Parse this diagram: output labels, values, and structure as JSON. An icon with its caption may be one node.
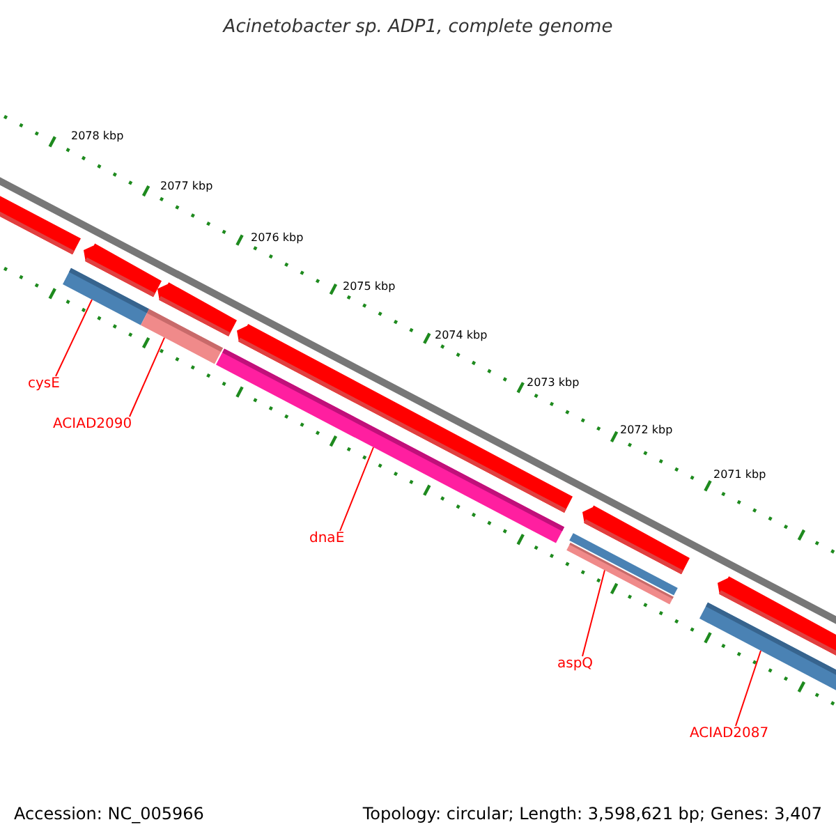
{
  "diagram": {
    "title": "Acinetobacter sp. ADP1, complete genome",
    "nodes": [
      {
        "text": [],
        "shape": "bar"
      },
      {
        "text": [],
        "shape": "bar"
      },
      {
        "text": [],
        "shape": "bar"
      },
      {
        "text": [],
        "shape": "bar"
      },
      {
        "text": [],
        "shape": "bar"
      },
      {
        "text": [
          "cysE"
        ]
      },
      {
        "text": [
          "ACIAD2090"
        ]
      },
      {
        "text": [
          "dnaE"
        ]
      },
      {
        "text": [
          "aspQ"
        ]
      },
      {
        "text": [
          "ACIAD2087"
        ]
      }
    ],
    "edges": [
      {
        "from": 5,
        "to": 0,
        "arrow": "none"
      },
      {
        "from": 6,
        "to": 1,
        "arrow": "none"
      },
      {
        "from": 7,
        "to": 2,
        "arrow": "none"
      },
      {
        "from": 8,
        "to": 3,
        "arrow": "none"
      },
      {
        "from": 9,
        "to": 4,
        "arrow": "none"
      }
    ],
    "labels": [
      "2078 kbp",
      "2077 kbp",
      "2076 kbp",
      "2075 kbp",
      "2074 kbp",
      "2073 kbp",
      "2072 kbp",
      "2071 kbp",
      "Accession: NC_005966",
      "Topology: circular; Length: 3,598,621 bp; Genes: 3,407"
    ]
  }
}
